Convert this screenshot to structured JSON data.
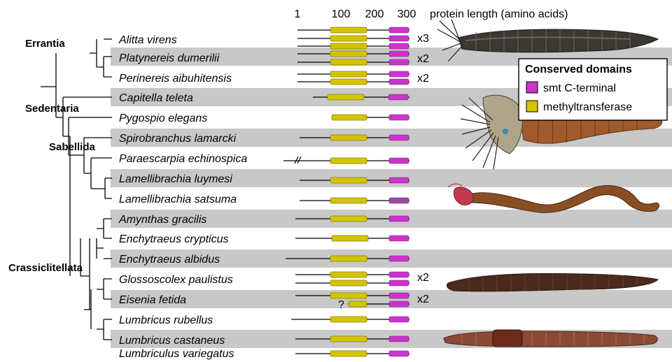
{
  "axis": {
    "ticks": [
      "1",
      "100",
      "200",
      "300"
    ],
    "label": "protein length (amino acids)"
  },
  "clades": [
    "Errantia",
    "Sedentaria",
    "Sabellida",
    "Crassiclitellata"
  ],
  "taxa": [
    "Alitta virens",
    "Platynereis dumerilii",
    "Perinereis aibuhitensis",
    "Capitella teleta",
    "Pygospio elegans",
    "Spirobranchus lamarcki",
    "Paraescarpia echinospica",
    "Lamellibrachia luymesi",
    "Lamellibrachia satsuma",
    "Amynthas gracilis",
    "Enchytraeus crypticus",
    "Enchytraeus albidus",
    "Glossoscolex paulistus",
    "Eisenia fetida",
    "Lumbricus rubellus",
    "Lumbricus castaneus",
    "Lumbriculus variegatus"
  ],
  "copies": [
    "x3",
    "x2",
    "x2",
    "x2",
    "x2"
  ],
  "unknown_mark": "?",
  "legend": {
    "title": "Conserved domains",
    "items": [
      {
        "label": "smt C-terminal",
        "color": "#cc33cc"
      },
      {
        "label": "methyltransferase",
        "color": "#d4c400"
      }
    ]
  }
}
